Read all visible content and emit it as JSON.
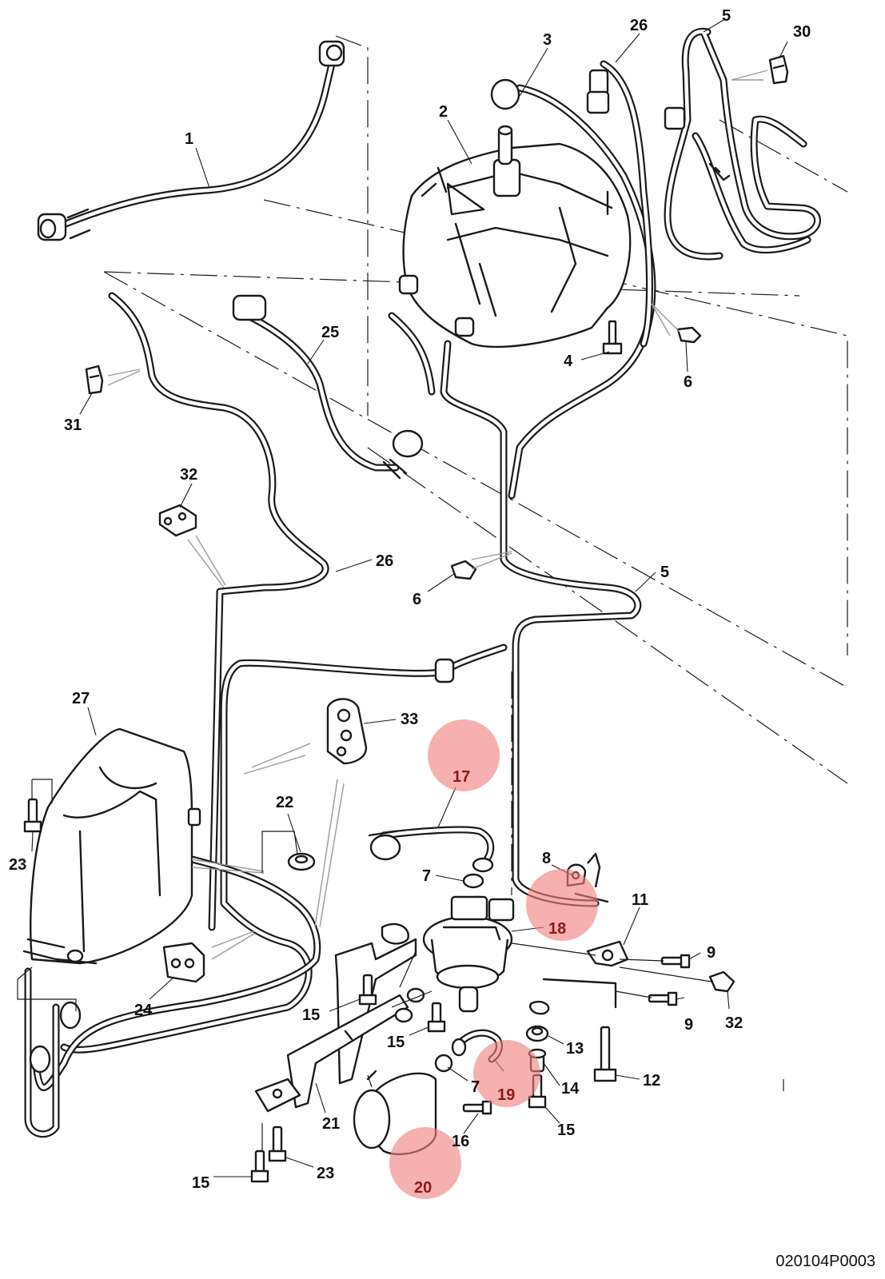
{
  "diagram": {
    "reference_code": "020104P0003",
    "part_labels": [
      "1",
      "2",
      "3",
      "4",
      "5",
      "5",
      "6",
      "6",
      "7",
      "7",
      "8",
      "9",
      "9",
      "11",
      "12",
      "13",
      "14",
      "15",
      "15",
      "15",
      "15",
      "16",
      "21",
      "22",
      "23",
      "23",
      "24",
      "25",
      "26",
      "26",
      "27",
      "30",
      "31",
      "32",
      "32",
      "33"
    ],
    "highlighted_labels": [
      "17",
      "18",
      "19",
      "20"
    ],
    "colors": {
      "line": "#1a1a1a",
      "highlight": "#f08080",
      "highlight_label": "#8a1a1a",
      "background": "#ffffff"
    }
  }
}
